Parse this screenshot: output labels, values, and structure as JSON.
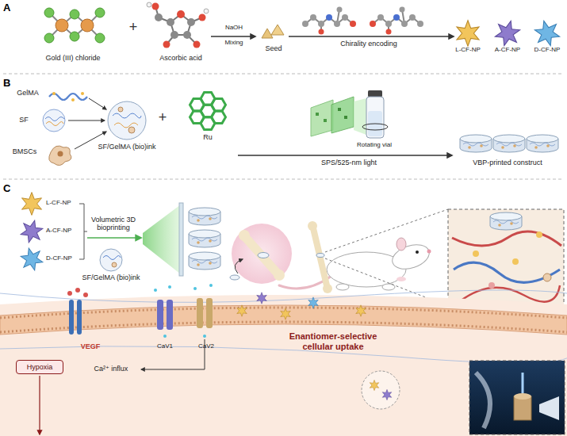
{
  "diagram": {
    "nodes": [
      {
        "text": [
          "Hypoxia"
        ]
      }
    ],
    "labels": [
      "A",
      "Gold (III) chloride",
      "+",
      "Ascorbic acid",
      "NaOH",
      "Mixing",
      "Seed",
      "Chirality encoding",
      "L-CF-NP",
      "A-CF-NP",
      "D-CF-NP",
      "B",
      "GelMA",
      "SF",
      "BMSCs",
      "SF/GelMA (bio)ink",
      "+",
      "Ru",
      "Rotating vial",
      "SPS/525-nm light",
      "VBP-printed construct",
      "C",
      "L-CF-NP",
      "A-CF-NP",
      "D-CF-NP",
      "Volumetric 3D bioprinting",
      "SF/GelMA (bio)ink",
      "VEGF",
      "CaV1",
      "CaV2",
      "Ca²⁺ influx",
      "Enantiomer-selective cellular uptake"
    ]
  }
}
